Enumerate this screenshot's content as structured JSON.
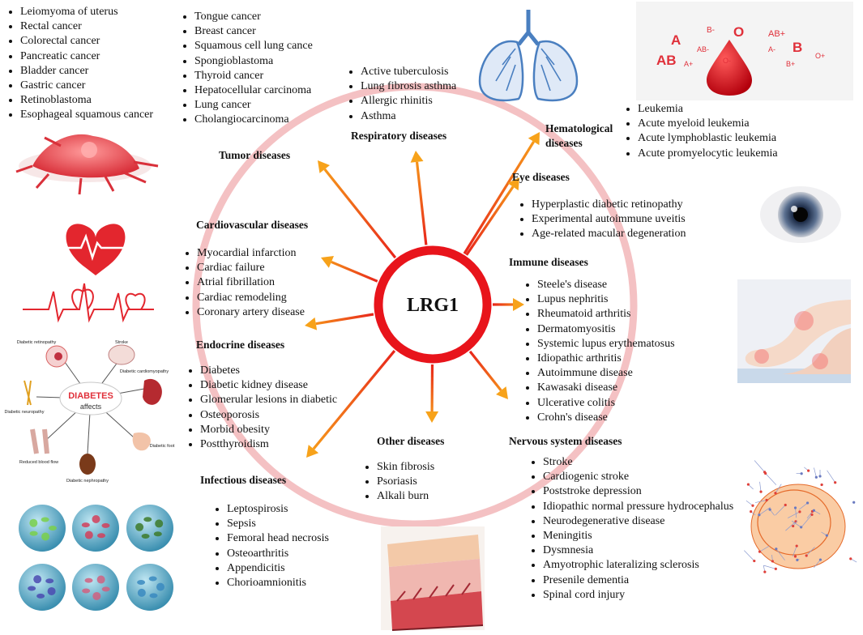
{
  "center": {
    "label": "LRG1",
    "ring_color": "#e8141b"
  },
  "categories": {
    "tumor": {
      "heading": "Tumor diseases",
      "items_left": [
        "Leiomyoma of uterus",
        "Rectal cancer",
        "Colorectal cancer",
        "Pancreatic cancer",
        "Bladder cancer",
        "Gastric cancer",
        "Retinoblastoma",
        "Esophageal squamous cancer"
      ],
      "items_right": [
        "Tongue cancer",
        "Breast cancer",
        "Squamous cell lung cance",
        "Spongioblastoma",
        "Thyroid cancer",
        "Hepatocellular carcinoma",
        "Lung cancer",
        "Cholangiocarcinoma"
      ]
    },
    "respiratory": {
      "heading": "Respiratory diseases",
      "items": [
        "Active tuberculosis",
        "Lung fibrosis asthma",
        "Allergic rhinitis",
        "Asthma"
      ]
    },
    "hematological": {
      "heading_line1": "Hematological",
      "heading_line2": "diseases",
      "items": [
        "Leukemia",
        "Acute myeloid leukemia",
        "Acute lymphoblastic leukemia",
        "Acute promyelocytic leukemia"
      ]
    },
    "eye": {
      "heading": "Eye diseases",
      "items": [
        "Hyperplastic diabetic retinopathy",
        "Experimental autoimmune uveitis",
        "Age-related macular degeneration"
      ]
    },
    "cardiovascular": {
      "heading": "Cardiovascular diseases",
      "items": [
        "Myocardial infarction",
        "Cardiac failure",
        "Atrial fibrillation",
        "Cardiac remodeling",
        "Coronary artery disease"
      ]
    },
    "immune": {
      "heading": "Immune diseases",
      "items": [
        "Steele's disease",
        "Lupus nephritis",
        "Rheumatoid arthritis",
        "Dermatomyositis",
        "Systemic lupus erythematosus",
        "Idiopathic arthritis",
        "Autoimmune disease",
        "Kawasaki disease",
        "Ulcerative colitis",
        "Crohn's disease"
      ]
    },
    "endocrine": {
      "heading": "Endocrine diseases",
      "items": [
        "Diabetes",
        "Diabetic kidney disease",
        "Glomerular lesions in diabetic",
        "Osteoporosis",
        "Morbid obesity",
        "Postthyroidism"
      ]
    },
    "other": {
      "heading": "Other diseases",
      "items": [
        "Skin fibrosis",
        "Psoriasis",
        "Alkali burn"
      ]
    },
    "nervous": {
      "heading": "Nervous system diseases",
      "items": [
        "Stroke",
        "Cardiogenic stroke",
        "Poststroke depression",
        "Idiopathic normal pressure hydrocephalus",
        "Neurodegenerative disease",
        "Meningitis",
        "Dysmnesia",
        "Amyotrophic lateralizing sclerosis",
        "Presenile dementia",
        "Spinal cord injury"
      ]
    },
    "infectious": {
      "heading": "Infectious diseases",
      "items": [
        "Leptospirosis",
        "Sepsis",
        "Femoral head necrosis",
        "Osteoarthritis",
        "Appendicitis",
        "Chorioamnionitis"
      ]
    }
  },
  "diabetes_graphic": {
    "center_line1": "DIABETES",
    "center_line2": "affects",
    "labels": [
      "Diabetic retinopathy",
      "Stroke",
      "Diabetic cardiomyopathy",
      "Diabetic neuropathy",
      "Diabetic foot",
      "Reduced blood flow",
      "Diabetic nephropathy"
    ]
  },
  "blood_graphic": {
    "types": [
      "B-",
      "O",
      "AB+",
      "A",
      "AB-",
      "O-",
      "A-",
      "B",
      "AB",
      "A+",
      "B+",
      "O+"
    ]
  },
  "colors": {
    "ring": "#e8141b",
    "big_circle": "#f2b6b8",
    "arrow_dark": "#e8251b",
    "arrow_light": "#f7a21a"
  }
}
